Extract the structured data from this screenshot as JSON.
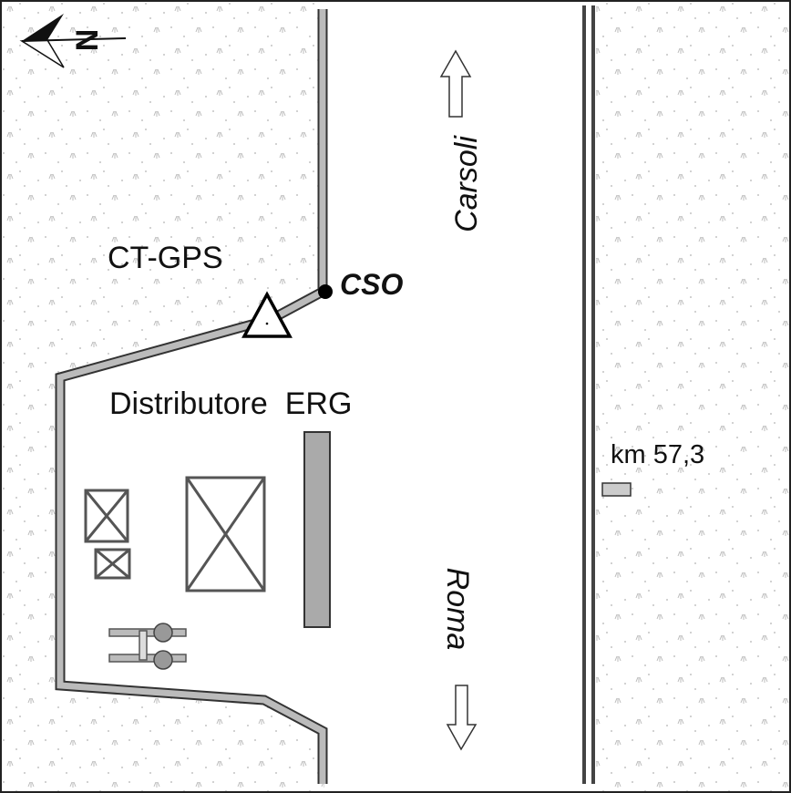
{
  "labels": {
    "station_name": "CT-GPS",
    "station_code": "CSO",
    "gas_station": "Distributore  ERG",
    "direction_north": "Carsoli",
    "direction_south": "Roma",
    "road_marker": "km 57,3"
  },
  "north_arrow": {
    "letter": "N",
    "icon": "north-arrow-icon"
  },
  "colors": {
    "background_dots": "#b8b8b8",
    "road_fill": "#bbbbbb",
    "outline": "#333333",
    "building_fill": "#aaaaaa"
  }
}
